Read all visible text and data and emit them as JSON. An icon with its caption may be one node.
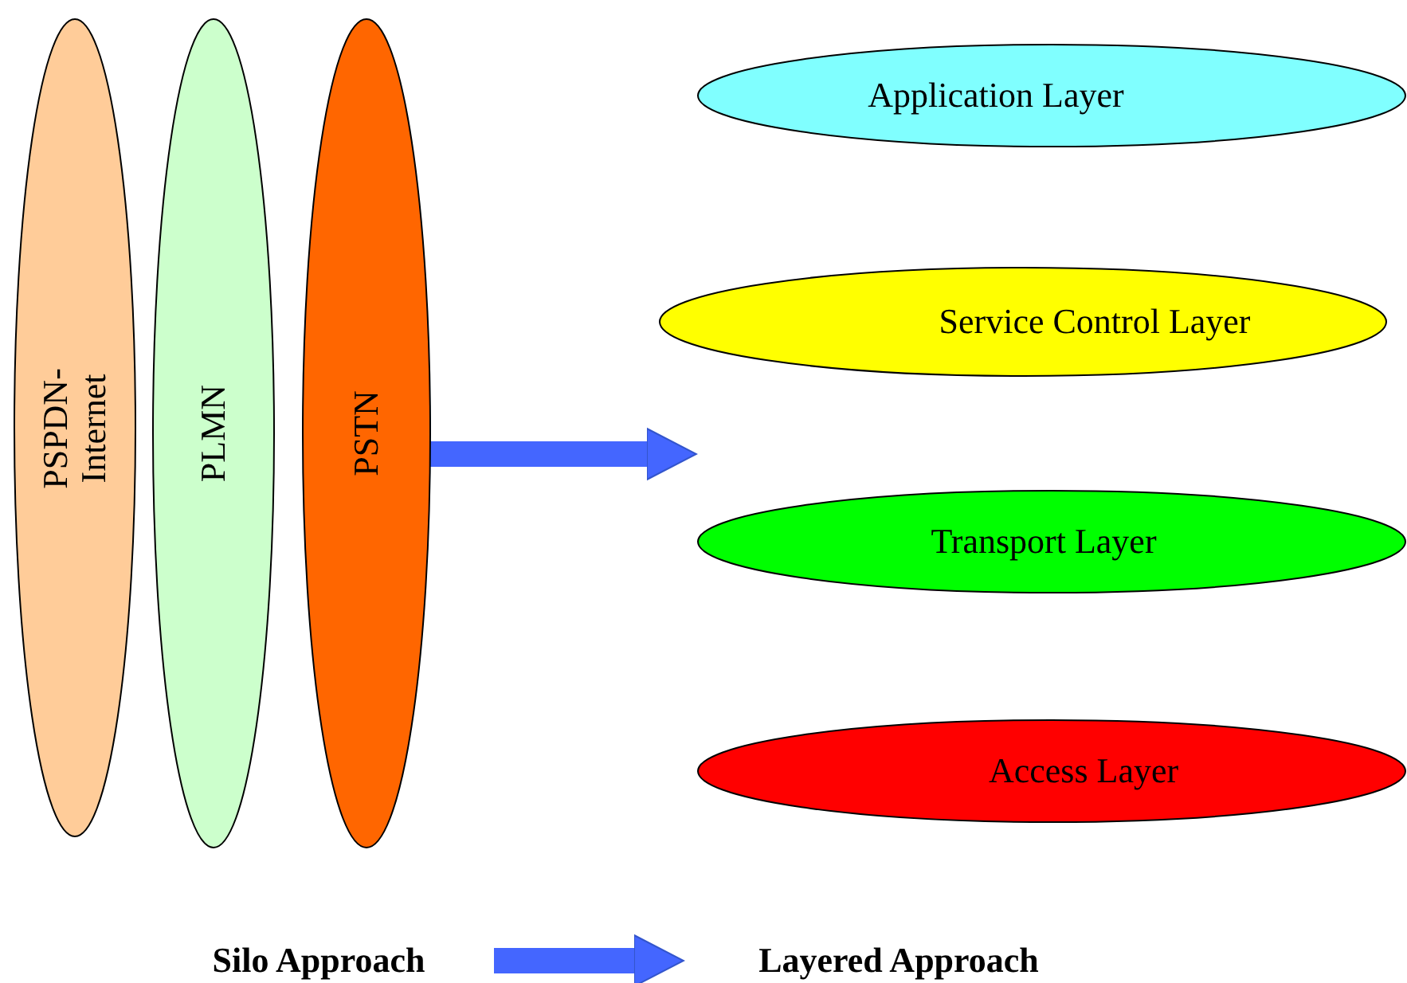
{
  "diagram": {
    "nodes": [
      {
        "text": [
          "PSPDN- Internet"
        ]
      },
      {
        "text": [
          "PLMN"
        ]
      },
      {
        "text": [
          "PSTN"
        ]
      },
      {
        "text": [
          "Application Layer"
        ]
      },
      {
        "text": [
          "Service Control Layer"
        ]
      },
      {
        "text": [
          "Transport Layer"
        ]
      },
      {
        "text": [
          "Access Layer"
        ]
      },
      {
        "text": [
          "Silo Approach"
        ]
      },
      {
        "text": [
          "Layered Approach"
        ]
      }
    ],
    "edges": [
      {
        "from": 2,
        "to": 5,
        "arrow": "to"
      },
      {
        "from": 7,
        "to": 8,
        "arrow": "to"
      }
    ]
  }
}
